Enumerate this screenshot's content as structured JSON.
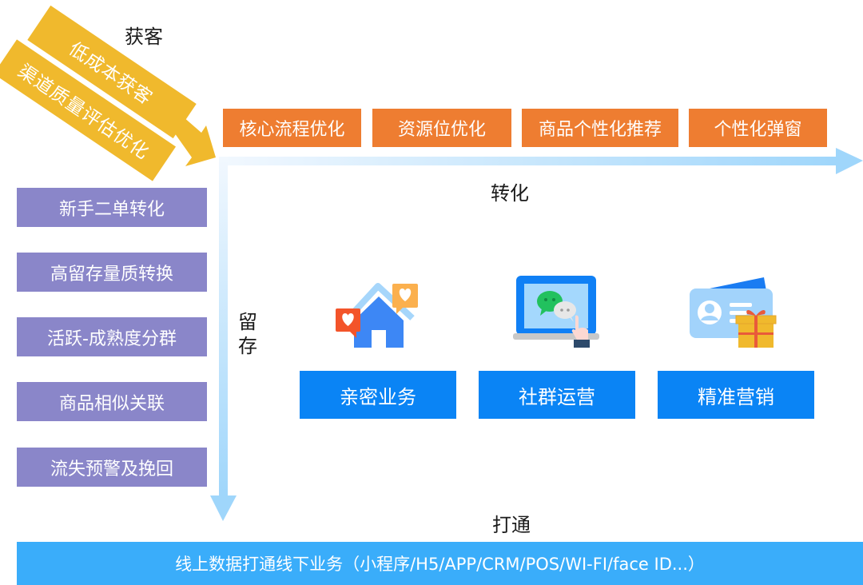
{
  "acquisition": {
    "title": "获客",
    "bands": [
      "低成本获客",
      "渠道质量评估优化"
    ]
  },
  "conversion": {
    "title": "转化",
    "items": [
      "核心流程优化",
      "资源位优化",
      "商品个性化推荐",
      "个性化弹窗"
    ]
  },
  "retention": {
    "title_line1": "留",
    "title_line2": "存",
    "items": [
      "新手二单转化",
      "高留存量质转换",
      "活跃-成熟度分群",
      "商品相似关联",
      "流失预警及挽回"
    ]
  },
  "services": [
    {
      "label": "亲密业务",
      "icon": "house-hearts-icon"
    },
    {
      "label": "社群运营",
      "icon": "laptop-chat-icon"
    },
    {
      "label": "精准营销",
      "icon": "card-gift-icon"
    }
  ],
  "connect": {
    "title": "打通",
    "bar_text": "线上数据打通线下业务（小程序/H5/APP/CRM/POS/WI-FI/face ID...）"
  },
  "colors": {
    "yellow": "#f0b92d",
    "orange": "#ee7d31",
    "purple": "#8a86c9",
    "blue": "#0a84f5",
    "light_blue": "#3aadfa",
    "arrow_blue": "#9fd6fb"
  }
}
